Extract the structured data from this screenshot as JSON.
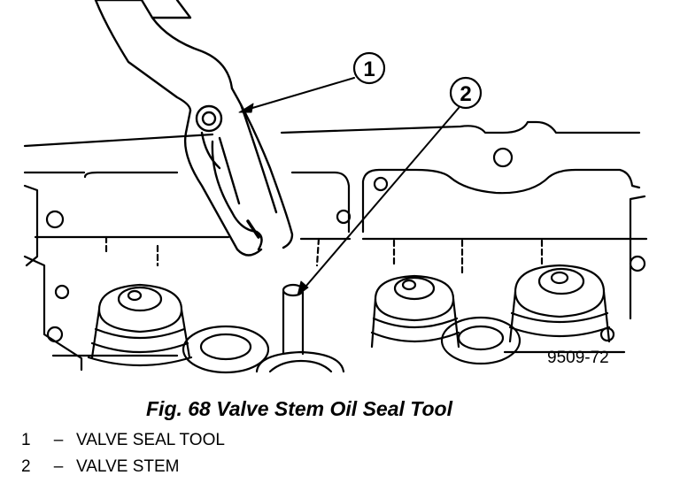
{
  "figure": {
    "caption": "Fig. 68 Valve Stem Oil Seal Tool",
    "reference_number": "9509-72",
    "callouts": [
      {
        "number": "1",
        "label": "VALVE SEAL TOOL"
      },
      {
        "number": "2",
        "label": "VALVE STEM"
      }
    ],
    "legend_separator": "–"
  }
}
